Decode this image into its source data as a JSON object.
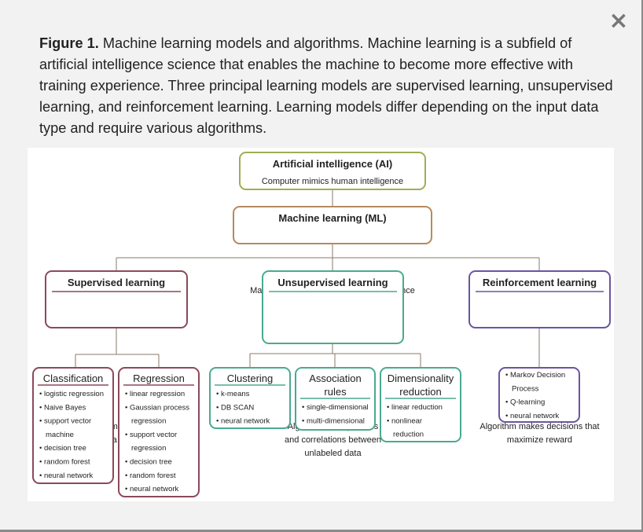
{
  "caption": {
    "label": "Figure 1.",
    "text": "Machine learning models and algorithms. Machine learning is a subfield of artificial intelligence science that enables the machine to become more effective with training experience. Three principal learning models are supervised learning, unsupervised learning, and reinforcement learning. Learning models differ depending on the input data type and require various algorithms."
  },
  "close_label": "×",
  "colors": {
    "ai": "#a0ad55",
    "ml": "#b58a5e",
    "supervised": "#8a4a5a",
    "unsupervised": "#4aaa90",
    "reinforcement": "#6a55a0",
    "connector": "#8a7a6a"
  },
  "diagram": {
    "ai": {
      "title": "Artificial intelligence (AI)",
      "desc": [
        "Computer mimics human intelligence"
      ]
    },
    "ml": {
      "title": "Machine learning (ML)",
      "desc": [
        "Machine improves at tasks with experience"
      ]
    },
    "supervised": {
      "title": "Supervised learning",
      "desc": [
        "Algorithm requires",
        "labeled data for learning"
      ]
    },
    "unsupervised": {
      "title": "Unsupervised learning",
      "desc": [
        "Algorithm finds patterns",
        "and correlations between",
        "unlabeled data"
      ]
    },
    "reinforcement": {
      "title": "Reinforcement learning",
      "desc": [
        "Algorithm makes decisions that",
        "maximize reward"
      ]
    },
    "classification": {
      "title": [
        "Classification"
      ],
      "items": [
        [
          "logistic regression"
        ],
        [
          "Naive Bayes"
        ],
        [
          "support vector",
          "machine"
        ],
        [
          "decision tree"
        ],
        [
          "random forest"
        ],
        [
          "neural network"
        ]
      ]
    },
    "regression": {
      "title": [
        "Regression"
      ],
      "items": [
        [
          "linear regression"
        ],
        [
          "Gaussian process",
          "regression"
        ],
        [
          "support vector",
          "regression"
        ],
        [
          "decision tree"
        ],
        [
          "random forest"
        ],
        [
          "neural network"
        ]
      ]
    },
    "clustering": {
      "title": [
        "Clustering"
      ],
      "items": [
        [
          "k-means"
        ],
        [
          "DB SCAN"
        ],
        [
          "neural network"
        ]
      ]
    },
    "association": {
      "title": [
        "Association",
        "rules"
      ],
      "items": [
        [
          "single-dimensional"
        ],
        [
          "multi-dimensional"
        ]
      ]
    },
    "dimensionality": {
      "title": [
        "Dimensionality",
        "reduction"
      ],
      "items": [
        [
          "linear reduction"
        ],
        [
          "nonlinear",
          "reduction"
        ]
      ]
    },
    "rl_algos": {
      "items": [
        [
          "Markov Decision",
          "Process"
        ],
        [
          "Q-learning"
        ],
        [
          "neural network"
        ]
      ]
    }
  }
}
